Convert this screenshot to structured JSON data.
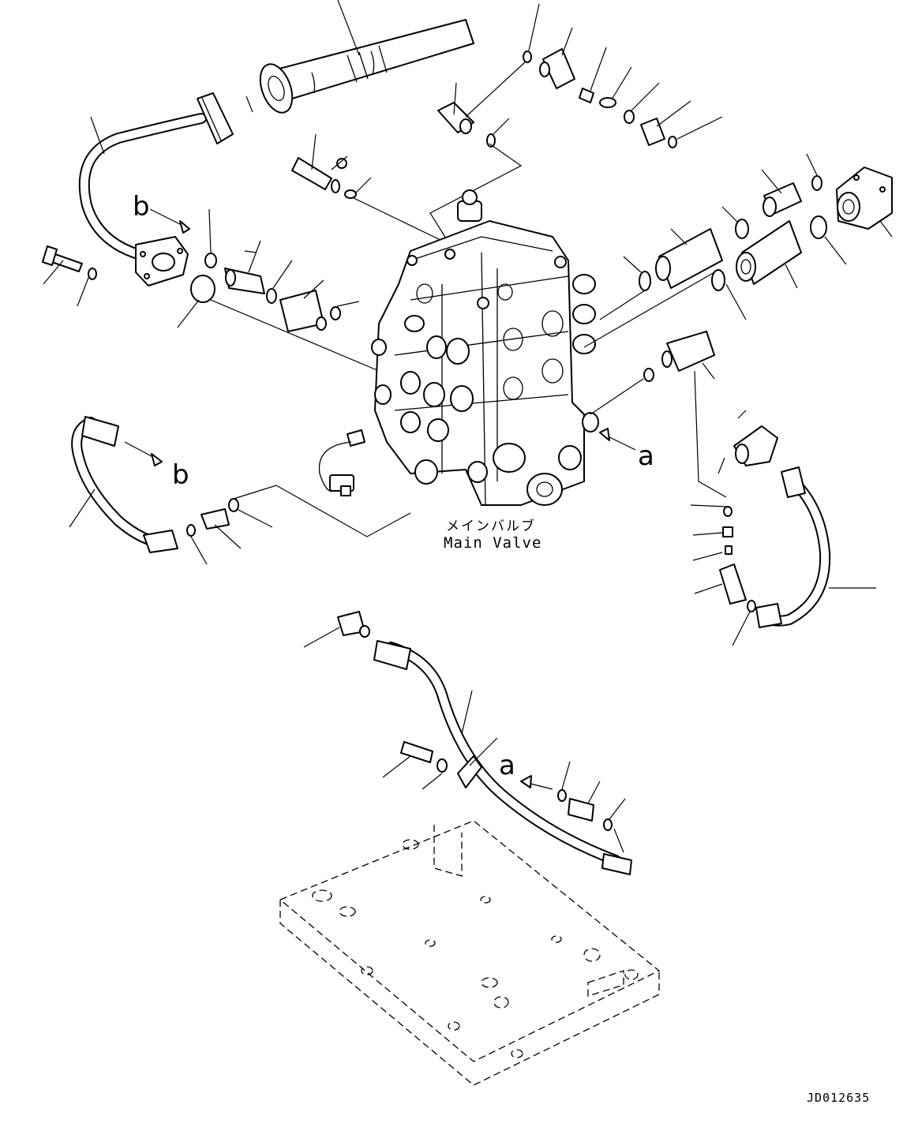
{
  "diagram": {
    "main_valve_label_jp": "メインバルブ",
    "main_valve_label_en": "Main Valve",
    "ref_marks": {
      "b_upper": "b",
      "b_lower": "b",
      "a_right": "a",
      "a_lower": "a"
    },
    "drawing_code": "JD012635"
  }
}
